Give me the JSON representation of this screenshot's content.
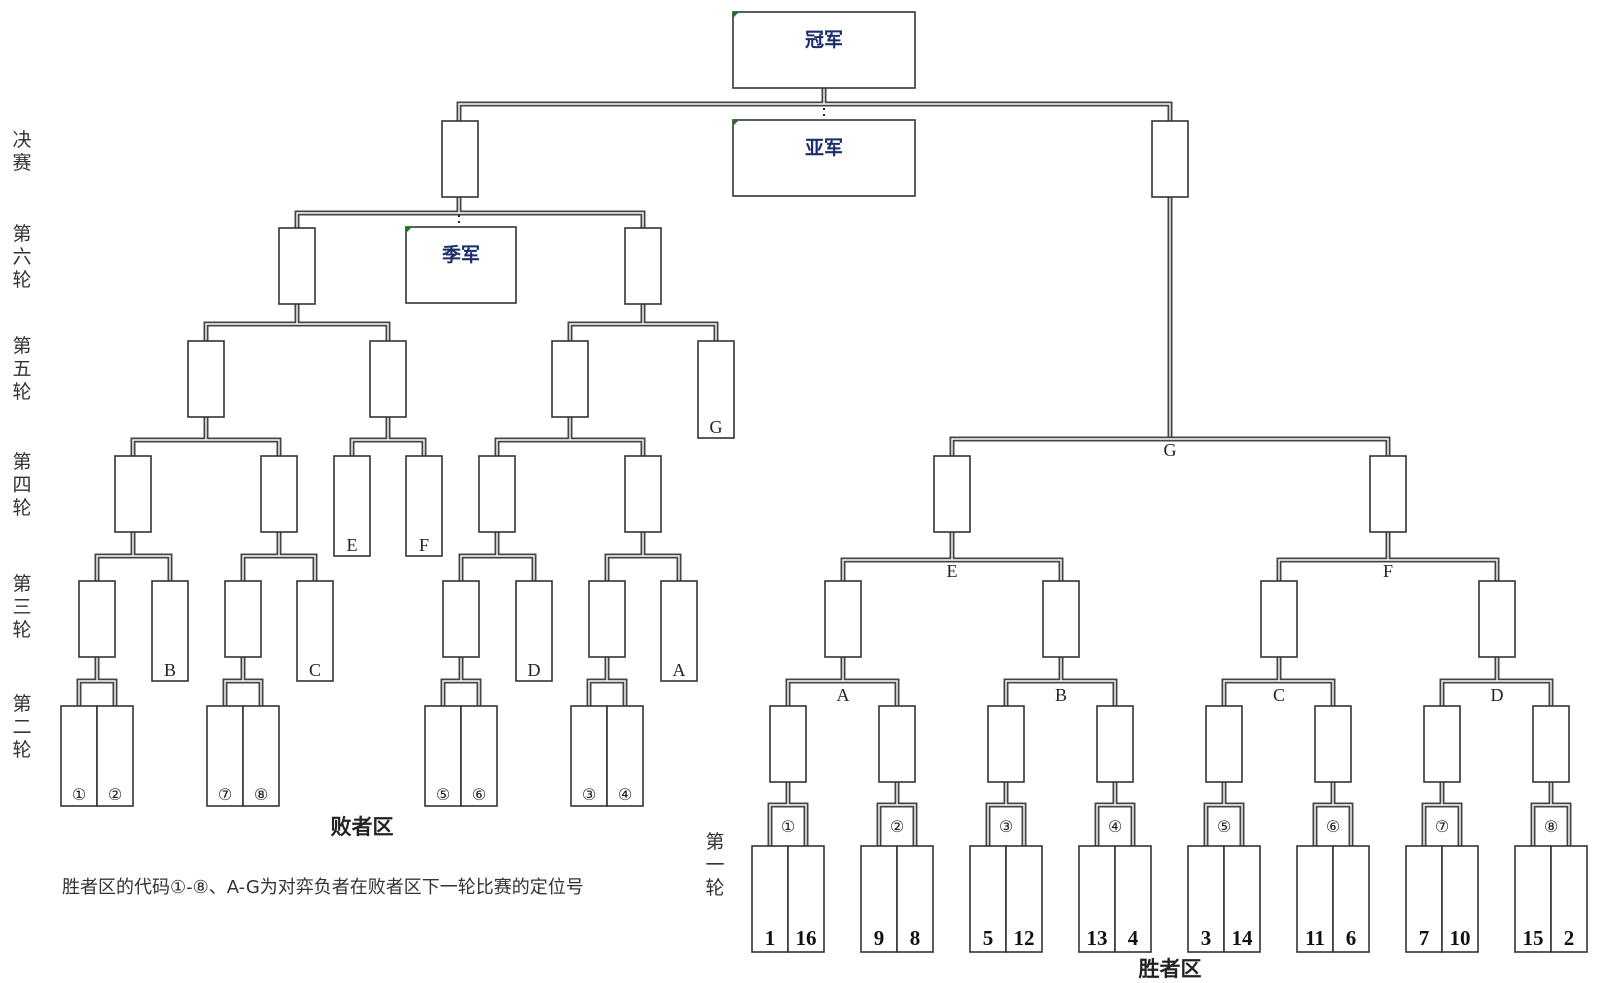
{
  "titles": {
    "champion": "冠军",
    "runner_up": "亚军",
    "third_place": "季军"
  },
  "round_labels": [
    {
      "id": "final",
      "chars": [
        "决",
        "赛"
      ]
    },
    {
      "id": "round6",
      "chars": [
        "第",
        "六",
        "轮"
      ]
    },
    {
      "id": "round5",
      "chars": [
        "第",
        "五",
        "轮"
      ]
    },
    {
      "id": "round4",
      "chars": [
        "第",
        "四",
        "轮"
      ]
    },
    {
      "id": "round3",
      "chars": [
        "第",
        "三",
        "轮"
      ]
    },
    {
      "id": "round2",
      "chars": [
        "第",
        "二",
        "轮"
      ]
    },
    {
      "id": "round1",
      "chars": [
        "第",
        "一",
        "轮"
      ]
    }
  ],
  "zones": {
    "losers": "败者区",
    "winners": "胜者区"
  },
  "note": "胜者区的代码①-⑧、A-G为对弈负者在败者区下一轮比赛的定位号",
  "winners_bracket": {
    "round1_pairs": [
      {
        "code": "①",
        "seeds": [
          "1",
          "16"
        ]
      },
      {
        "code": "②",
        "seeds": [
          "9",
          "8"
        ]
      },
      {
        "code": "③",
        "seeds": [
          "5",
          "12"
        ]
      },
      {
        "code": "④",
        "seeds": [
          "13",
          "4"
        ]
      },
      {
        "code": "⑤",
        "seeds": [
          "3",
          "14"
        ]
      },
      {
        "code": "⑥",
        "seeds": [
          "11",
          "6"
        ]
      },
      {
        "code": "⑦",
        "seeds": [
          "7",
          "10"
        ]
      },
      {
        "code": "⑧",
        "seeds": [
          "15",
          "2"
        ]
      }
    ],
    "round2_codes": [
      "A",
      "B",
      "C",
      "D"
    ],
    "round3_codes": [
      "E",
      "F"
    ],
    "round4_code": "G"
  },
  "losers_bracket": {
    "round2_pairs": [
      {
        "codes": [
          "①",
          "②"
        ],
        "bye_code": "B"
      },
      {
        "codes": [
          "⑦",
          "⑧"
        ],
        "bye_code": "C"
      },
      {
        "codes": [
          "⑤",
          "⑥"
        ],
        "bye_code": "D"
      },
      {
        "codes": [
          "③",
          "④"
        ],
        "bye_code": "A"
      }
    ],
    "round4_entries": [
      "E",
      "F"
    ],
    "round5_entry": "G"
  }
}
